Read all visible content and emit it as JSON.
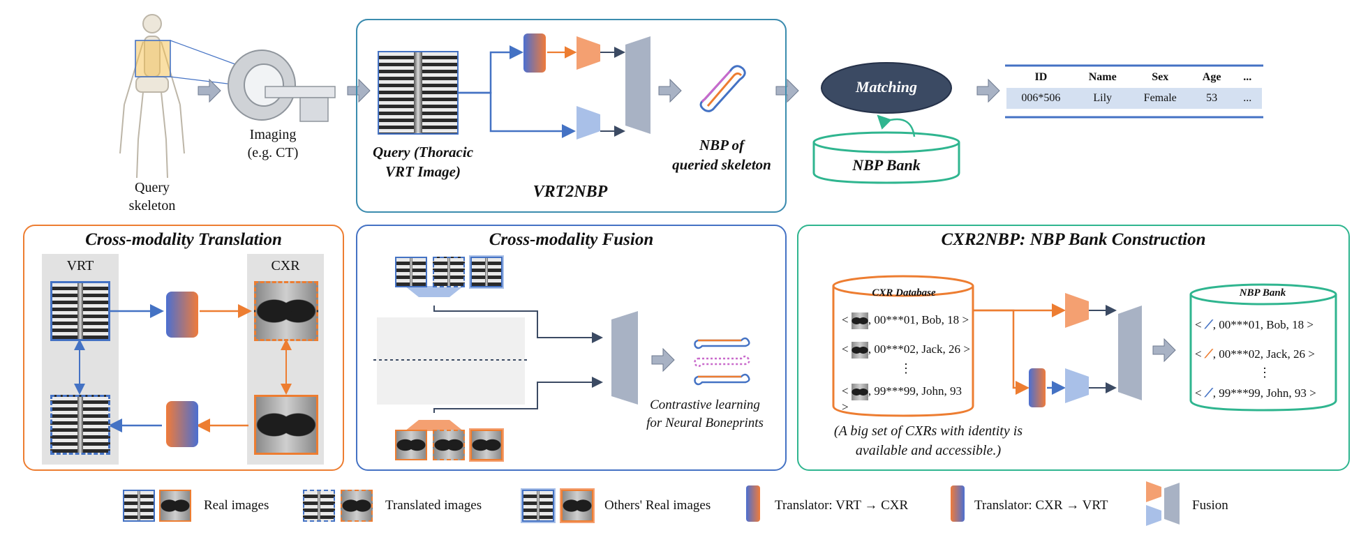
{
  "top": {
    "query_skeleton": [
      "Query",
      "skeleton"
    ],
    "imaging": [
      "Imaging",
      "(e.g. CT)"
    ],
    "query_image": [
      "Query (Thoracic",
      "VRT Image)"
    ],
    "vrt2nbp_title": "VRT2NBP",
    "nbp_queried": [
      "NBP of",
      "queried skeleton"
    ],
    "matching": "Matching",
    "nbp_bank": "NBP Bank"
  },
  "table": {
    "headers": [
      "ID",
      "Name",
      "Sex",
      "Age",
      "..."
    ],
    "row": [
      "006*506",
      "Lily",
      "Female",
      "53",
      "..."
    ]
  },
  "panels": {
    "translation": {
      "title": "Cross-modality Translation",
      "vrt": "VRT",
      "cxr": "CXR"
    },
    "fusion": {
      "title": "Cross-modality Fusion",
      "caption": [
        "Contrastive learning",
        "for Neural Boneprints"
      ]
    },
    "bank": {
      "title": "CXR2NBP: NBP Bank Construction",
      "db_title": "CXR Database",
      "bank_title": "NBP Bank",
      "db_rows": [
        ", 00***01, Bob, 18",
        ", 00***02, Jack, 26",
        "⋮",
        ", 99***99, John, 93"
      ],
      "bank_rows": [
        ", 00***01, Bob, 18",
        ", 00***02, Jack, 26",
        "⋮",
        ", 99***99, John, 93"
      ],
      "note": [
        "(A big set of CXRs with identity is",
        "available and accessible.)"
      ]
    }
  },
  "legend": {
    "real": "Real images",
    "translated": "Translated images",
    "others": "Others' Real images",
    "vrt_cxr": "Translator: VRT → CXR",
    "cxr_vrt": "Translator: CXR → VRT",
    "fusion": "Fusion"
  },
  "colors": {
    "blue": "#4472c4",
    "orange": "#ed7d31",
    "teal": "#2fb58f",
    "gray": "#a8b2c4",
    "dark": "#3b4a63"
  }
}
